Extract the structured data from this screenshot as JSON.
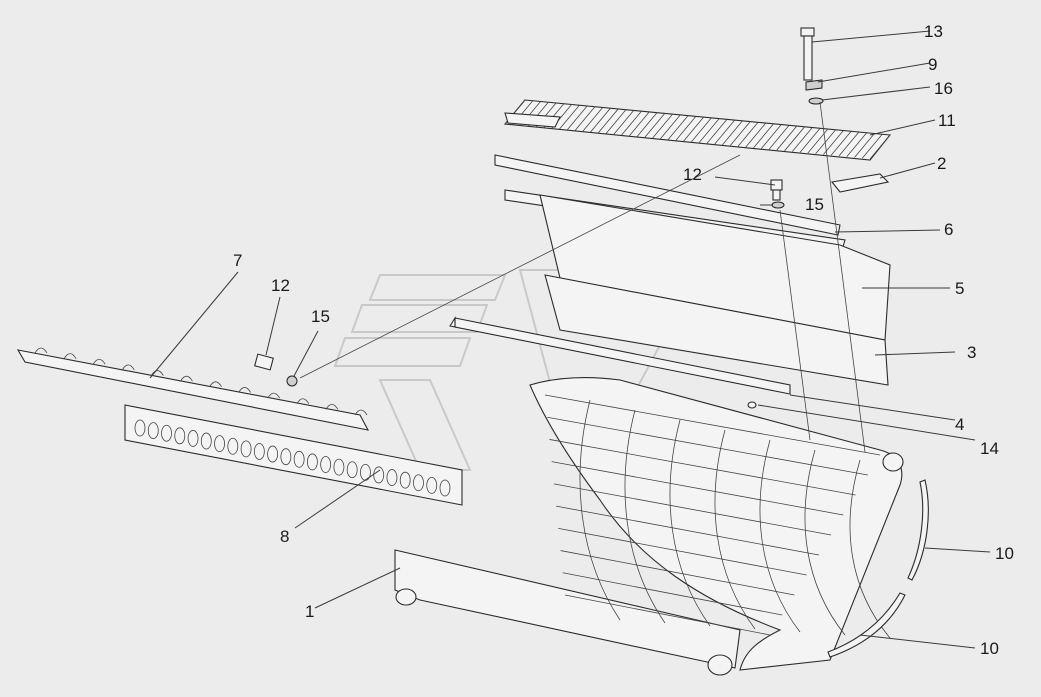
{
  "diagram": {
    "callouts": [
      {
        "id": "c13a",
        "label": "13"
      },
      {
        "id": "c9",
        "label": "9"
      },
      {
        "id": "c16",
        "label": "16"
      },
      {
        "id": "c11",
        "label": "11"
      },
      {
        "id": "c2",
        "label": "2"
      },
      {
        "id": "c12a",
        "label": "12"
      },
      {
        "id": "c15a",
        "label": "15"
      },
      {
        "id": "c6",
        "label": "6"
      },
      {
        "id": "c5",
        "label": "5"
      },
      {
        "id": "c3",
        "label": "3"
      },
      {
        "id": "c4",
        "label": "4"
      },
      {
        "id": "c14",
        "label": "14"
      },
      {
        "id": "c7",
        "label": "7"
      },
      {
        "id": "c12b",
        "label": "12"
      },
      {
        "id": "c15b",
        "label": "15"
      },
      {
        "id": "c8",
        "label": "8"
      },
      {
        "id": "c1",
        "label": "1"
      },
      {
        "id": "c10a",
        "label": "10"
      },
      {
        "id": "c10b",
        "label": "10"
      }
    ]
  }
}
